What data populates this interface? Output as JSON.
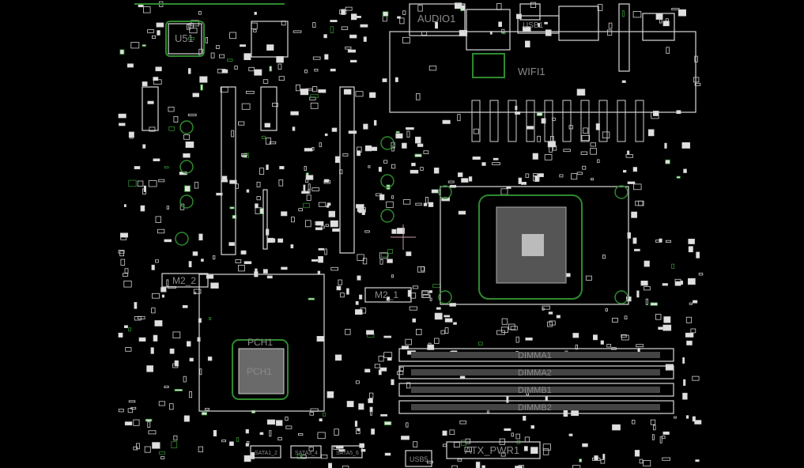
{
  "view": {
    "title": "Board view",
    "background": "#000000",
    "outline_color": "#d8d8d8",
    "copper_color": "#2e8a2e"
  },
  "labels": {
    "u51": "U51",
    "audio": "AUDIO1",
    "usb1": "USB1",
    "wifi": "WIFI1",
    "m2_2": "M2_2",
    "m2_1": "M2_1",
    "pch": "PCH1",
    "pch_chip": "PCH1",
    "dimm_a1": "DIMMA1",
    "dimm_a2": "DIMMA2",
    "dimm_b1": "DIMMB1",
    "dimm_b2": "DIMMB2",
    "atx": "ATX_PWR1",
    "usb5": "USB5",
    "sata1": "SATA1_2",
    "sata2": "SATA3_4",
    "sata3": "SATA5_6"
  }
}
